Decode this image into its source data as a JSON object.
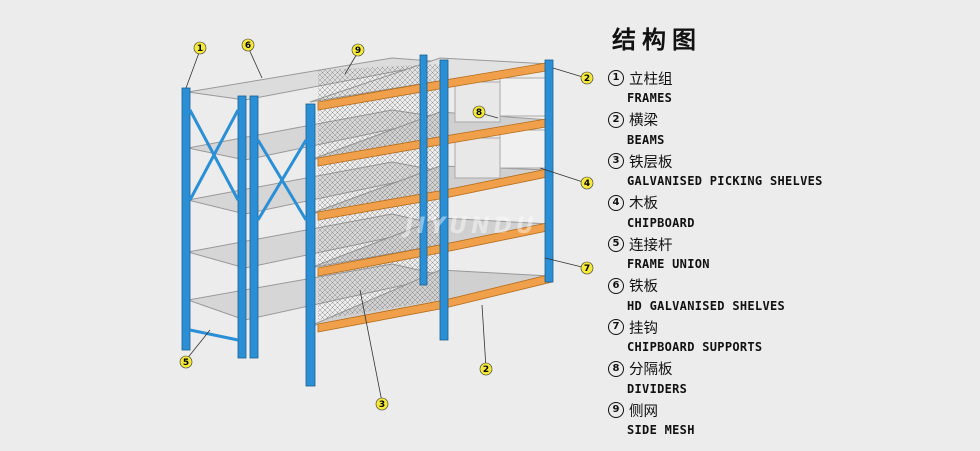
{
  "legend": {
    "title": "结构图",
    "items": [
      {
        "num": "1",
        "zh": "立柱组",
        "en": "FRAMES"
      },
      {
        "num": "2",
        "zh": "横梁",
        "en": "BEAMS"
      },
      {
        "num": "3",
        "zh": "铁层板",
        "en": "GALVANISED PICKING SHELVES"
      },
      {
        "num": "4",
        "zh": "木板",
        "en": "CHIPBOARD"
      },
      {
        "num": "5",
        "zh": "连接杆",
        "en": "FRAME UNION"
      },
      {
        "num": "6",
        "zh": "铁板",
        "en": "HD GALVANISED SHELVES"
      },
      {
        "num": "7",
        "zh": "挂钩",
        "en": "CHIPBOARD SUPPORTS"
      },
      {
        "num": "8",
        "zh": "分隔板",
        "en": "DIVIDERS"
      },
      {
        "num": "9",
        "zh": "侧网",
        "en": "SIDE MESH"
      }
    ]
  },
  "callouts": [
    "1",
    "6",
    "9",
    "2",
    "8",
    "4",
    "7",
    "5",
    "3",
    "2"
  ],
  "watermark": "JIYUNDU",
  "colors": {
    "frame_blue": "#2b8fd6",
    "beam_orange": "#f0a04a",
    "shelf_grey": "#d9d9d9",
    "callout_yellow": "#f5ea3a",
    "background": "#ececec"
  }
}
